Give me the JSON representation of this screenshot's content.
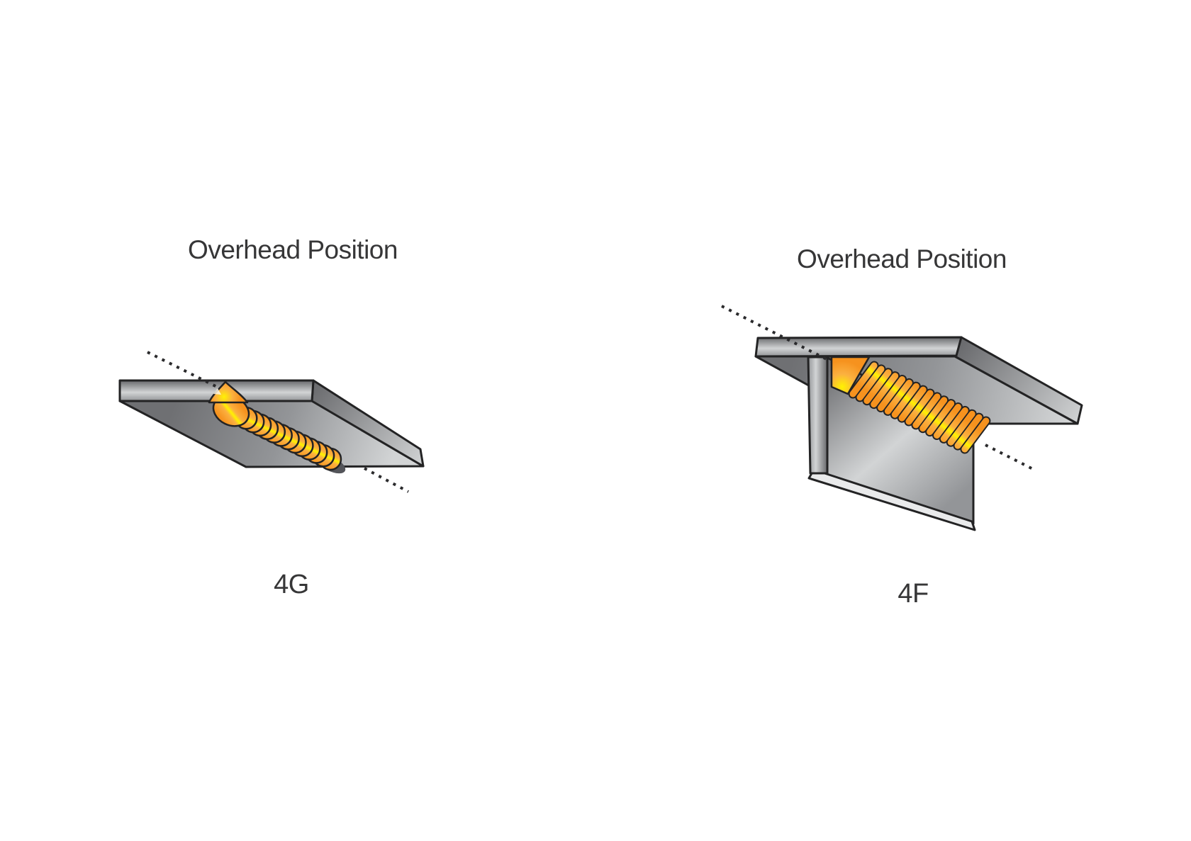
{
  "page": {
    "background": "#ffffff"
  },
  "figures": {
    "left": {
      "title": "Overhead Position",
      "label": "4G"
    },
    "right": {
      "title": "Overhead Position",
      "label": "4F"
    }
  },
  "colors": {
    "page_bg": "#ffffff",
    "text": "#363637",
    "outline": "#232324",
    "dash": "#2a2a2c",
    "steel_dark": "#6f7073",
    "steel_mid": "#939598",
    "steel_light": "#d2d4d5",
    "steel_edge_dark": "#67686b",
    "steel_highlight": "#e9eaeb",
    "weld_orange": "#f6921e",
    "weld_amber": "#fbb040",
    "weld_yellow": "#fff200",
    "weld_shadow": "#54555a"
  }
}
